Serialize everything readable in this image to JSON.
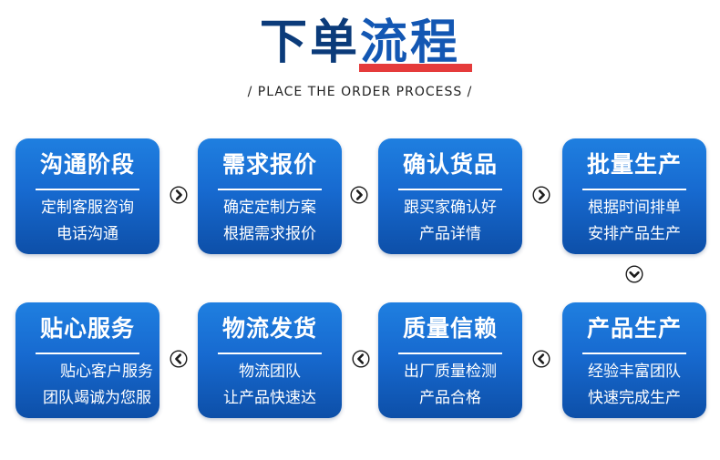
{
  "header": {
    "title_part1": "下单",
    "title_part2": "流程",
    "subtitle": "/ PLACE THE ORDER PROCESS /"
  },
  "steps": [
    {
      "title": "沟通阶段",
      "line1": "定制客服咨询",
      "line2": "电话沟通"
    },
    {
      "title": "需求报价",
      "line1": "确定定制方案",
      "line2": "根据需求报价"
    },
    {
      "title": "确认货品",
      "line1": "跟买家确认好",
      "line2": "产品详情"
    },
    {
      "title": "批量生产",
      "line1": "根据时间排单",
      "line2": "安排产品生产"
    },
    {
      "title": "产品生产",
      "line1": "经验丰富团队",
      "line2": "快速完成生产"
    },
    {
      "title": "质量信赖",
      "line1": "出厂质量检测",
      "line2": "产品合格"
    },
    {
      "title": "物流发货",
      "line1": "物流团队",
      "line2": "让产品快速达"
    },
    {
      "title": "贴心服务",
      "line1": "贴心客户服务",
      "line2": "团队竭诚为您服"
    }
  ],
  "icons": {
    "right": "arrow-right-circle-icon",
    "down": "arrow-down-circle-icon",
    "left": "arrow-left-circle-icon"
  },
  "colors": {
    "title_dark": "#0b3b7a",
    "title_blue": "#1357b3",
    "underline_red": "#e53b3b",
    "card_top": "#1f7fe0",
    "card_bottom": "#0d4fa8"
  }
}
